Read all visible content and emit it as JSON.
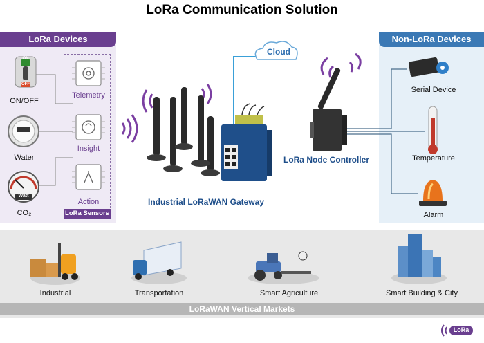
{
  "title": "LoRa Communication Solution",
  "left": {
    "header": "LoRa Devices",
    "devices": [
      "ON/OFF",
      "Water",
      "CO₂"
    ],
    "switch_on": "ON",
    "switch_off": "OFF",
    "gauge_text": "Watt",
    "sensors": [
      "Telemetry",
      "Insight",
      "Action"
    ],
    "sensors_label": "LoRa Sensors"
  },
  "center": {
    "cloud": "Cloud",
    "gateway": "Industrial LoRaWAN Gateway",
    "controller": "LoRa Node Controller"
  },
  "right": {
    "header": "Non-LoRa Devices",
    "devices": [
      "Serial Device",
      "Temperature",
      "Alarm"
    ]
  },
  "markets": {
    "title": "LoRaWAN Vertical Markets",
    "items": [
      "Industrial",
      "Transportation",
      "Smart Agriculture",
      "Smart Building & City"
    ]
  },
  "logo_text": "LoRa",
  "colors": {
    "purple": "#6a3f8f",
    "blue": "#3b79b5",
    "navy": "#1e4e8a",
    "gray_bar": "#b6b6b6"
  }
}
